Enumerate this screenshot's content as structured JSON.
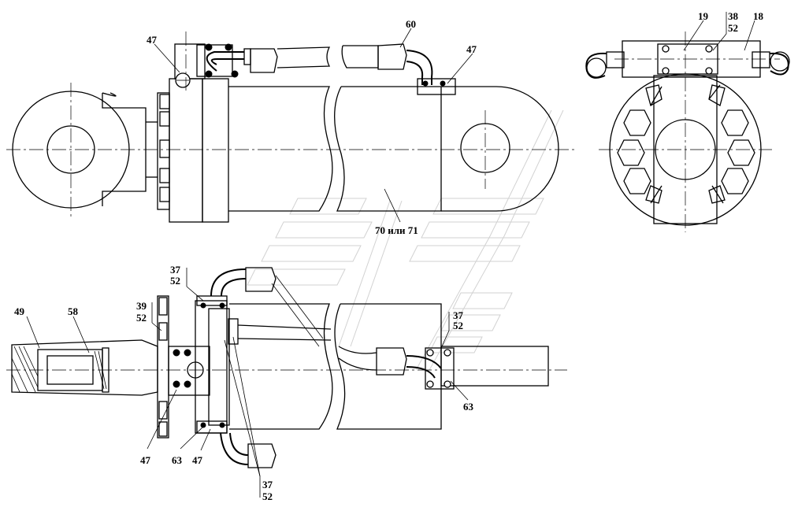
{
  "labels": {
    "top_47_left": "47",
    "top_60": "60",
    "top_47_right": "47",
    "body_70_71": "70 или 71",
    "end_19": "19",
    "end_38": "38",
    "end_52": "52",
    "end_18": "18",
    "bot_37_a": "37",
    "bot_52_a": "52",
    "bot_39": "39",
    "bot_52_b": "52",
    "bot_49": "49",
    "bot_58": "58",
    "bot_37_b": "37",
    "bot_52_c": "52",
    "bot_63_right": "63",
    "bot_47_a": "47",
    "bot_63_a": "63",
    "bot_47_b": "47",
    "bot_37_c": "37",
    "bot_52_d": "52"
  }
}
